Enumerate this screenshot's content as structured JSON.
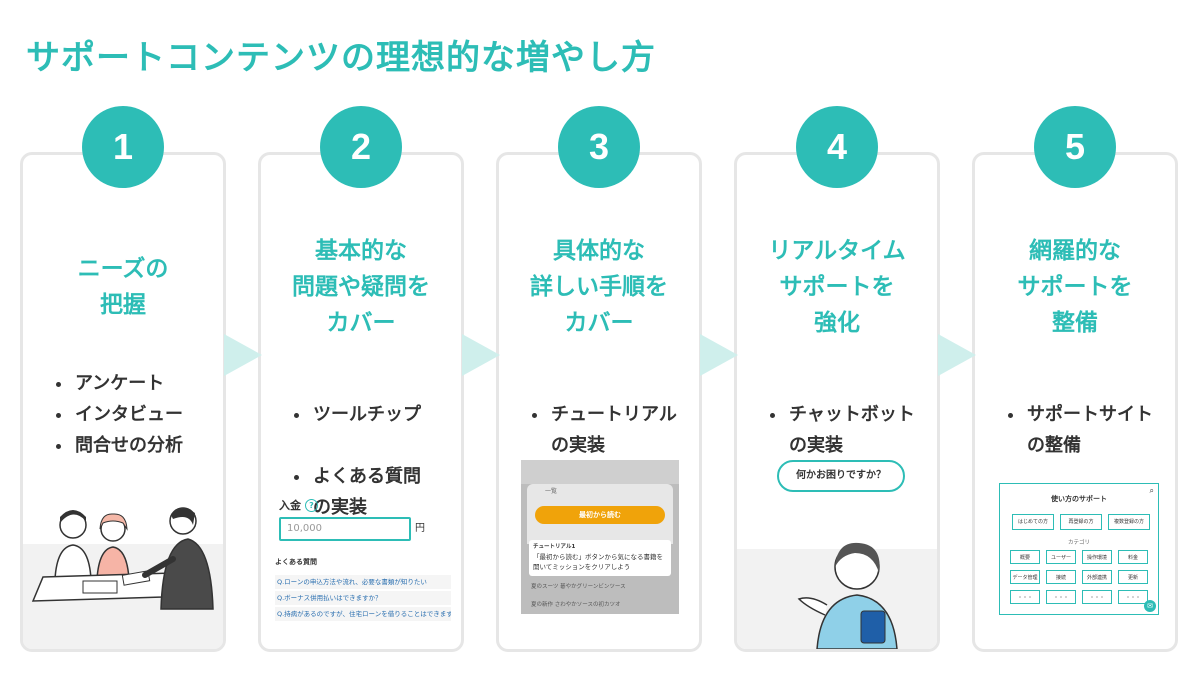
{
  "title": "サポートコンテンツの理想的な増やし方",
  "steps": [
    {
      "number": "1",
      "heading": [
        "ニーズの",
        "把握"
      ],
      "bullets": [
        "アンケート",
        "インタビュー",
        "問合せの分析"
      ]
    },
    {
      "number": "2",
      "heading": [
        "基本的な",
        "問題や疑問を",
        "カバー"
      ],
      "bullets": [
        "ツールチップ",
        "よくある質問\nの実装"
      ],
      "mock": {
        "label": "入金",
        "input_placeholder": "10,000",
        "unit": "円",
        "faq_title": "よくある質問",
        "faq_items": [
          "Q.ローンの申込方法や流れ、必要な書類が知りたい",
          "Q.ボーナス併用払いはできますか？",
          "Q.持病があるのですが、住宅ローンを借りることはできますか？"
        ]
      }
    },
    {
      "number": "3",
      "heading": [
        "具体的な",
        "詳しい手順を",
        "カバー"
      ],
      "bullets": [
        "チュートリアル\nの実装"
      ],
      "mock": {
        "tab": "一覧",
        "button": "最初から読む",
        "tip_title": "チュートリアル1",
        "tip_text": "「最初から読む」ボタンから気になる書籍を開いてミッションをクリアしよう",
        "rows": [
          "夏のスーツ 碁やかグリーンビンツース",
          "夏の新作 さわやかソースの初カツオ"
        ]
      }
    },
    {
      "number": "4",
      "heading": [
        "リアルタイム",
        "サポートを",
        "強化"
      ],
      "bullets": [
        "チャットボット\nの実装"
      ],
      "mock": {
        "bubble": "何かお困りですか？"
      }
    },
    {
      "number": "5",
      "heading": [
        "網羅的な",
        "サポートを",
        "整備"
      ],
      "bullets": [
        "サポートサイト\nの整備"
      ],
      "mock": {
        "site_title": "使い方のサポート",
        "top_buttons": [
          "はじめての方",
          "再登録の方",
          "複数登録の方"
        ],
        "category_label": "カテゴリ",
        "categories": [
          "概要",
          "ユーザー",
          "操作環境",
          "料金",
          "データ管理",
          "接続",
          "外部連携",
          "更新",
          "・・・",
          "・・・",
          "・・・",
          "・・・"
        ]
      }
    }
  ],
  "colors": {
    "accent": "#2dbdb6",
    "arrow": "#cfefec",
    "card_border": "#e6e6e6",
    "cta_orange": "#f0a30a",
    "link_blue": "#2a6fb0"
  }
}
